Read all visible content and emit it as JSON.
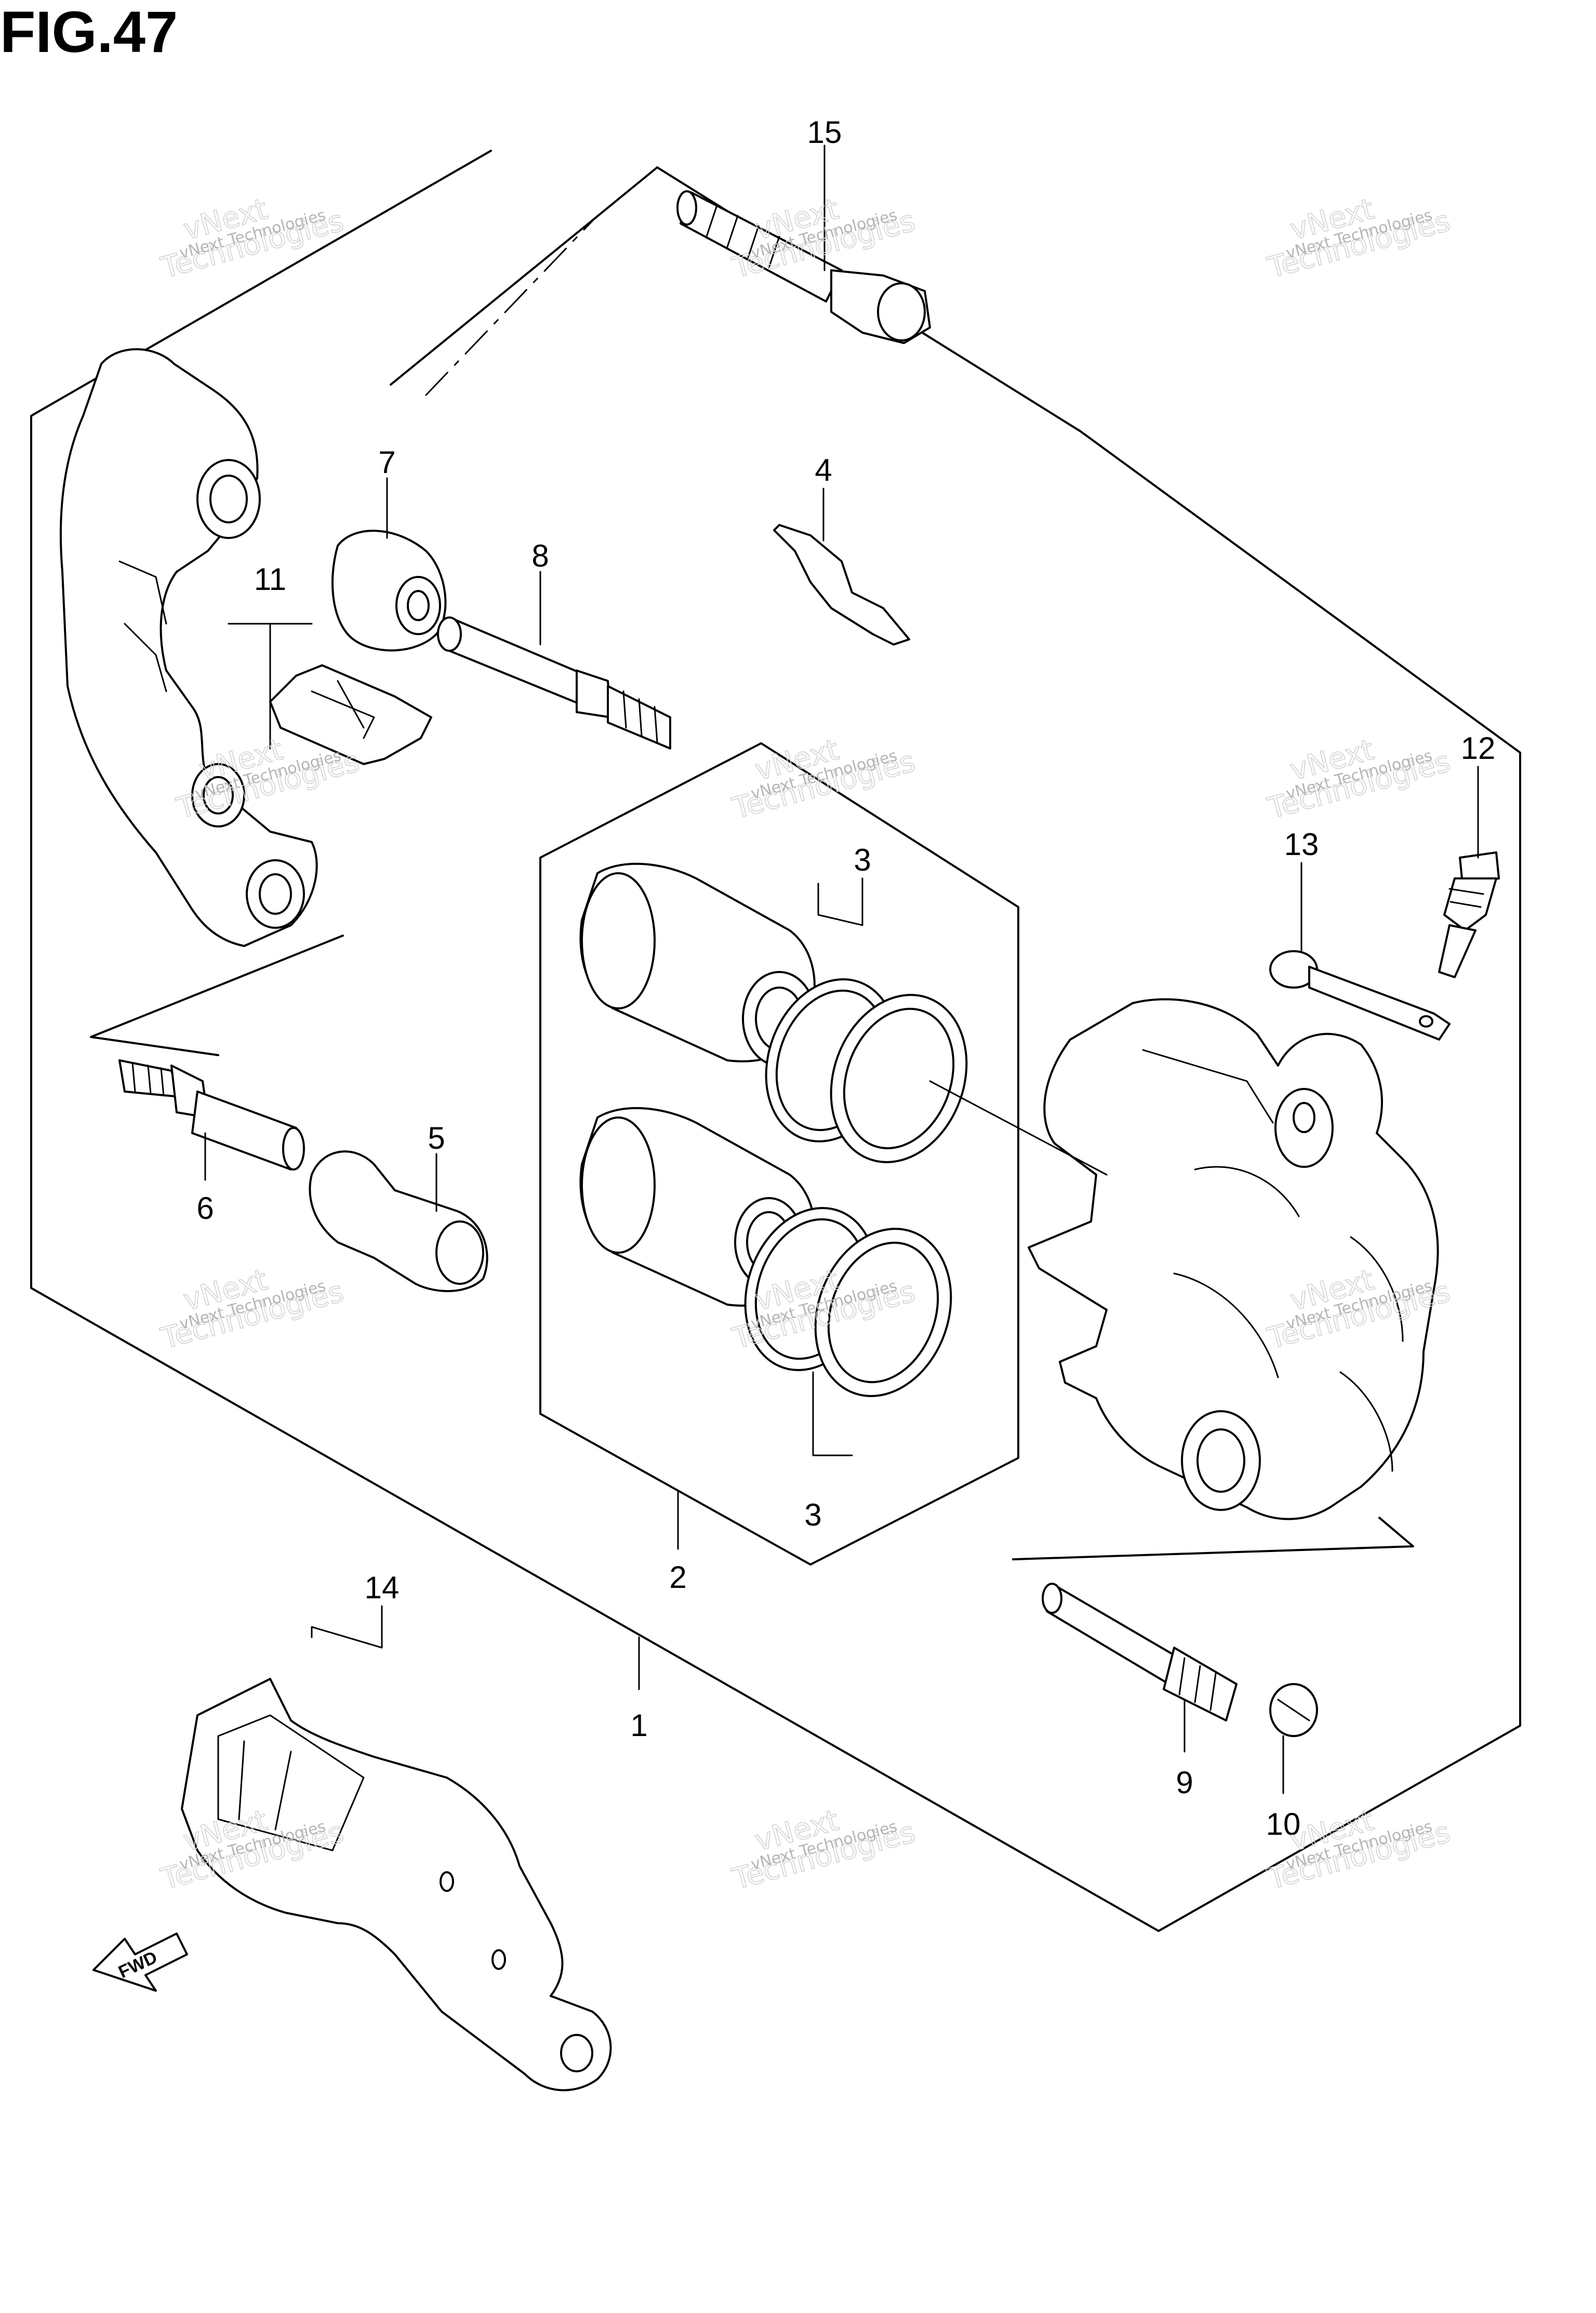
{
  "figure": {
    "title": "FIG.47"
  },
  "callouts": [
    {
      "id": "c15",
      "label": "15"
    },
    {
      "id": "c7",
      "label": "7"
    },
    {
      "id": "c8",
      "label": "8"
    },
    {
      "id": "c4",
      "label": "4"
    },
    {
      "id": "c11",
      "label": "11"
    },
    {
      "id": "c12",
      "label": "12"
    },
    {
      "id": "c13",
      "label": "13"
    },
    {
      "id": "c3a",
      "label": "3"
    },
    {
      "id": "c3b",
      "label": "3"
    },
    {
      "id": "c5",
      "label": "5"
    },
    {
      "id": "c6",
      "label": "6"
    },
    {
      "id": "c2",
      "label": "2"
    },
    {
      "id": "c14",
      "label": "14"
    },
    {
      "id": "c1",
      "label": "1"
    },
    {
      "id": "c9",
      "label": "9"
    },
    {
      "id": "c10",
      "label": "10"
    }
  ],
  "watermark": {
    "line1": "vNext Technologies",
    "line2": "vNext",
    "line3": "Technologies"
  },
  "fwd_label": "FWD"
}
